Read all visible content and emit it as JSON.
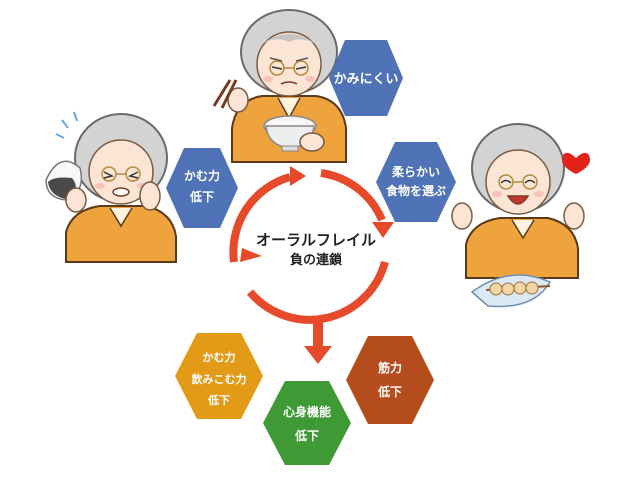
{
  "center": {
    "title": "オーラルフレイル",
    "subtitle": "負の連鎖"
  },
  "cycle_hexagons": [
    {
      "lines": [
        "かみにくい"
      ],
      "color": "#4f73b6"
    },
    {
      "lines": [
        "柔らかい",
        "食物を選ぶ"
      ],
      "color": "#4f73b6"
    },
    {
      "lines": [
        "かむ力",
        "低下"
      ],
      "color": "#4f73b6"
    }
  ],
  "result_hexagons": [
    {
      "lines": [
        "かむ力",
        "飲みこむ力",
        "低下"
      ],
      "color": "#e39b17"
    },
    {
      "lines": [
        "心身機能",
        "低下"
      ],
      "color": "#3f9a36"
    },
    {
      "lines": [
        "筋力",
        "低下"
      ],
      "color": "#b64d1e"
    }
  ],
  "colors": {
    "cycle_arrow": "#e64a2a",
    "hair": "#d3d3d3",
    "skin": "#fde5d6",
    "cardigan": "#efa33c"
  },
  "icons": [
    "heart-icon",
    "chopsticks-icon",
    "rice-bowl-icon",
    "rice-ball-icon",
    "dango-plate-icon"
  ]
}
